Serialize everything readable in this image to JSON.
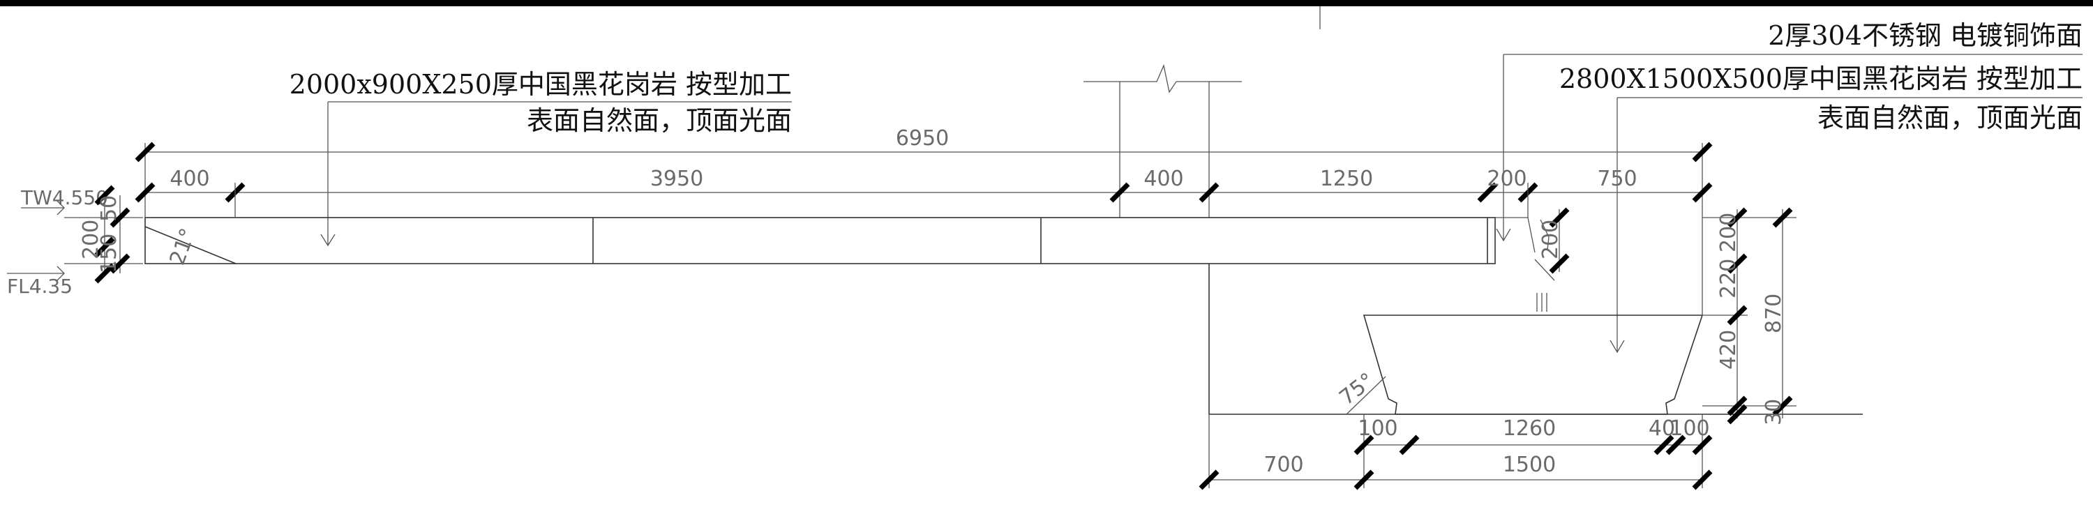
{
  "annotations": {
    "left_material": "2000x900X250厚中国黑花岗岩 按型加工",
    "left_finish": "表面自然面，顶面光面",
    "right_trim": "2厚304不锈钢 电镀铜饰面",
    "right_material": "2800X1500X500厚中国黑花岗岩 按型加工",
    "right_finish": "表面自然面，顶面光面"
  },
  "levels": {
    "top_wall": "TW4.550",
    "floor": "FL4.35"
  },
  "angles": {
    "left_chamfer": "21°",
    "basin_side": "75°"
  },
  "dimensions": {
    "overall": "6950",
    "seg_400_left": "400",
    "seg_3950": "3950",
    "seg_400_mid": "400",
    "seg_1250": "1250",
    "seg_200": "200",
    "seg_750": "750",
    "left_v_150_top": "50",
    "left_v_200": "200",
    "left_v_150_bot": "150",
    "right_v_200_small": "200",
    "right_v_200": "200",
    "right_v_220": "220",
    "right_v_420": "420",
    "right_v_870": "870",
    "right_v_30": "30",
    "bottom_100": "100",
    "bottom_1260": "1260",
    "bottom_40": "40",
    "bottom_100_right": "100",
    "bottom_700": "700",
    "bottom_1500": "1500"
  }
}
